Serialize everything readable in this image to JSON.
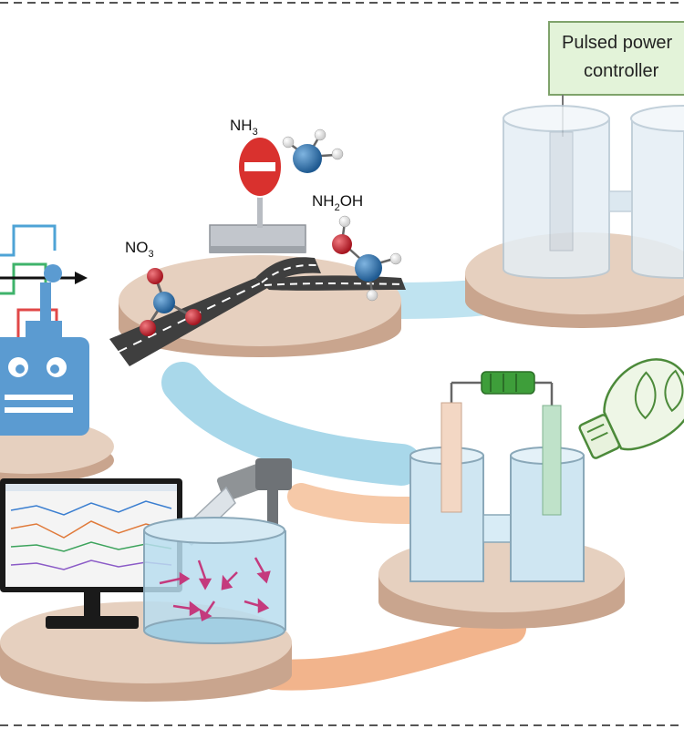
{
  "controller": {
    "line1": "Pulsed power",
    "line2": "controller"
  },
  "molecules": {
    "no3": {
      "base": "NO",
      "sub": "3"
    },
    "nh3": {
      "base": "NH",
      "sub": "3"
    },
    "nh2oh": {
      "base": "NH",
      "sub": "2",
      "tail": "OH"
    }
  },
  "colors": {
    "pad": "#e2cbb8",
    "water_stream": "#a9d8ea",
    "orange_stream": "#f2b48c",
    "robot": "#5b9bd1",
    "stop_sign": "#d9312e",
    "controller_box": "#e3f3d9",
    "controller_border": "#7fa36b",
    "beaker": "#cfe6f2",
    "nitrogen_atom": "#2f6fa8",
    "oxygen_atom": "#c8202c",
    "hydrogen_atom": "#ffffff",
    "resistor": "#3e9e3a"
  },
  "icons": [
    "stop-sign-icon",
    "robot-icon",
    "monitor-icon",
    "light-bulb-icon",
    "leaf-icon",
    "resistor-icon",
    "camera-icon"
  ]
}
